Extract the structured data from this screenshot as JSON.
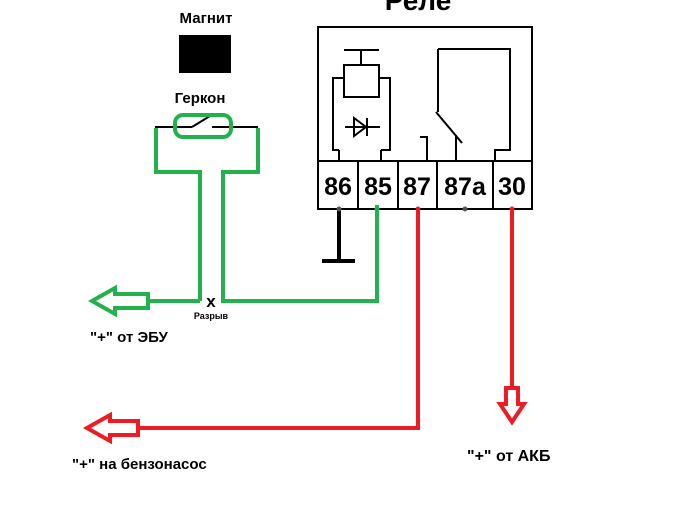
{
  "diagram": {
    "relay_title": "Реле",
    "magnet_label": "Магнит",
    "reed_switch_label": "Геркон",
    "break_label": "Разрыв",
    "break_mark": "x",
    "ecu_label": "\"+\" от ЭБУ",
    "fuel_pump_label": "\"+\" на бензонасос",
    "battery_label": "\"+\" от АКБ",
    "terminals": [
      "86",
      "85",
      "87",
      "87а",
      "30"
    ]
  },
  "colors": {
    "green_wire": "#22b14c",
    "red_wire": "#ed1c24",
    "black": "#000000"
  }
}
